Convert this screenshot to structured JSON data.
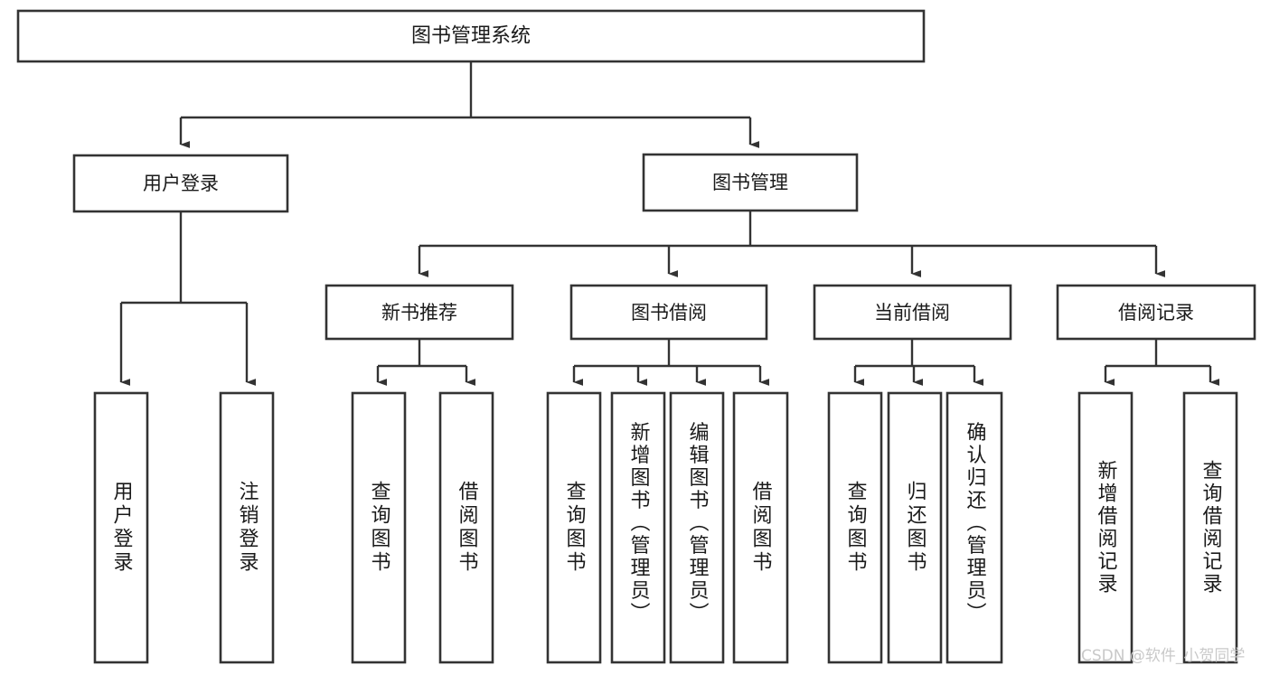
{
  "diagram": {
    "type": "tree",
    "root": {
      "label": "图书管理系统",
      "orientation": "horizontal"
    },
    "level1": [
      {
        "label": "用户登录",
        "orientation": "horizontal"
      },
      {
        "label": "图书管理",
        "orientation": "horizontal"
      }
    ],
    "level2": [
      {
        "label": "新书推荐",
        "orientation": "horizontal"
      },
      {
        "label": "图书借阅",
        "orientation": "horizontal"
      },
      {
        "label": "当前借阅",
        "orientation": "horizontal"
      },
      {
        "label": "借阅记录",
        "orientation": "horizontal"
      }
    ],
    "leaves": {
      "user_login": [
        {
          "label": "用户登录",
          "orientation": "vertical"
        },
        {
          "label": "注销登录",
          "orientation": "vertical"
        }
      ],
      "new_book_recommend": [
        {
          "label": "查询图书",
          "orientation": "vertical"
        },
        {
          "label": "借阅图书",
          "orientation": "vertical"
        }
      ],
      "book_borrow": [
        {
          "label": "查询图书",
          "orientation": "vertical"
        },
        {
          "label": "新增图书（管理员）",
          "orientation": "vertical"
        },
        {
          "label": "编辑图书（管理员）",
          "orientation": "vertical"
        },
        {
          "label": "借阅图书",
          "orientation": "vertical"
        }
      ],
      "current_borrow": [
        {
          "label": "查询图书",
          "orientation": "vertical"
        },
        {
          "label": "归还图书",
          "orientation": "vertical"
        },
        {
          "label": "确认归还（管理员）",
          "orientation": "vertical"
        }
      ],
      "borrow_record": [
        {
          "label": "新增借阅记录",
          "orientation": "vertical"
        },
        {
          "label": "查询借阅记录",
          "orientation": "vertical"
        }
      ]
    }
  },
  "watermark": {
    "text": "CSDN @软件_小贺同学",
    "color": "#c9c9c9"
  },
  "style": {
    "box_stroke": "#333333",
    "box_fill": "#ffffff",
    "connector_stroke": "#333333",
    "text_color": "#1a1a1a",
    "background": "#ffffff"
  }
}
